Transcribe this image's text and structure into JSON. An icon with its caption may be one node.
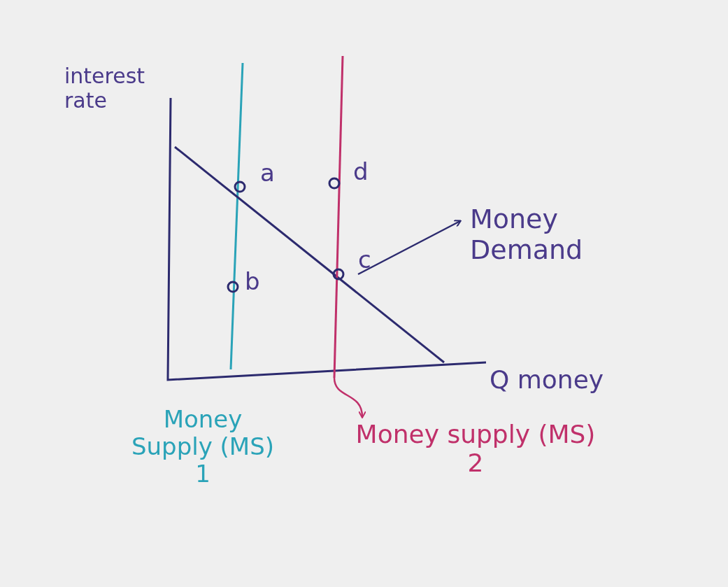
{
  "diagram": {
    "nodes": [
      {
        "text": [],
        "shape": "line"
      },
      {
        "text": [
          "Money Demand"
        ]
      },
      {
        "text": [],
        "shape": "line"
      },
      {
        "text": [
          "Money supply (MS) 2"
        ]
      }
    ],
    "edges": [
      {
        "from": 0,
        "to": 1,
        "arrow": "to"
      },
      {
        "from": 2,
        "to": 3,
        "arrow": "to",
        "color": "#c0306a"
      }
    ],
    "labels": [
      "interest rate",
      "a",
      "d",
      "b",
      "c",
      "Q money",
      "Money Supply (MS) 1"
    ]
  }
}
